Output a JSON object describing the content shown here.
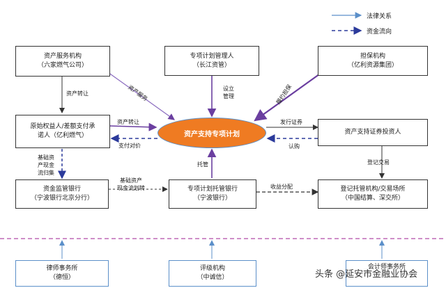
{
  "legend": {
    "legal": "法律关系",
    "funds": "资金流向"
  },
  "nodes": {
    "asset_service": {
      "line1": "资产服务机构",
      "line2": "（六家燃气公司）"
    },
    "manager": {
      "line1": "专项计划管理人",
      "line2": "（长江资管）"
    },
    "guarantor": {
      "line1": "担保机构",
      "line2": "（亿利资源集团）"
    },
    "originator": {
      "line1": "原始权益人/差额支付承",
      "line2": "诺人（亿利燃气）"
    },
    "plan": {
      "line1": "资产支持专项计划"
    },
    "investor": {
      "line1": "资产支持证券投资人"
    },
    "supervision_bank": {
      "line1": "资金监管银行",
      "line2": "（宁波银行北京分行）"
    },
    "custodian_bank": {
      "line1": "专项计划托管银行",
      "line2": "（宁波银行）"
    },
    "registry": {
      "line1": "登记托管机构/交易场所",
      "line2": "（中国结算、深交所）"
    },
    "law_firm": {
      "line1": "律师事务所",
      "line2": "（德恒）"
    },
    "rating": {
      "line1": "评级机构",
      "line2": "（中诚信）"
    },
    "accounting": {
      "line1": "会计师事务所"
    }
  },
  "edges": {
    "asset_transfer_down": "资产转让",
    "asset_service": "资产服务",
    "setup_manage": "设立\n管理",
    "guarantee": "履约担保",
    "asset_transfer": "资产转让",
    "pay_price": "支付对价",
    "issue_securities": "发行证券",
    "subscribe": "认购",
    "basic_cashflow": "基础资\n产现金\n流归集",
    "custody": "托管",
    "basic_transfer": "基础资产\n现金流划转",
    "income_distribution": "收益分配",
    "register_trade": "登记交易"
  },
  "watermark": "头条 @延安市金融业协会",
  "colors": {
    "plan_fill": "#ef7b22",
    "legal_line": "#5b8fc9",
    "funds_line": "#2b3a9b",
    "divider": "#b04aa8"
  }
}
